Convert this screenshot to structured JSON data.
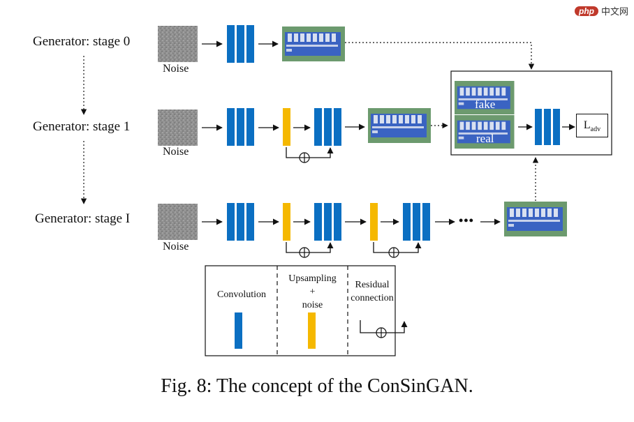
{
  "stages": [
    {
      "label": "Generator: stage 0"
    },
    {
      "label": "Generator: stage 1"
    },
    {
      "label": "Generator: stage I"
    }
  ],
  "noise_label": "Noise",
  "ellipsis": "•••",
  "discriminator": {
    "fake_label": "fake",
    "real_label": "real",
    "loss_main": "L",
    "loss_sub": "adv"
  },
  "legend": {
    "convolution": "Convolution",
    "upsampling_line1": "Upsampling",
    "upsampling_line2": "+",
    "upsampling_line3": "noise",
    "residual_line1": "Residual",
    "residual_line2": "connection"
  },
  "caption": "Fig. 8: The concept of the ConSinGAN.",
  "watermark": {
    "badge": "php",
    "text": "中文网"
  },
  "colors": {
    "conv_blue": "#0b6fc2",
    "upsample_yellow": "#f5b800",
    "noise_gray": "#8e8e8e",
    "pcb_green": "#5f8a5f",
    "dip_blue": "#2f55b6"
  }
}
